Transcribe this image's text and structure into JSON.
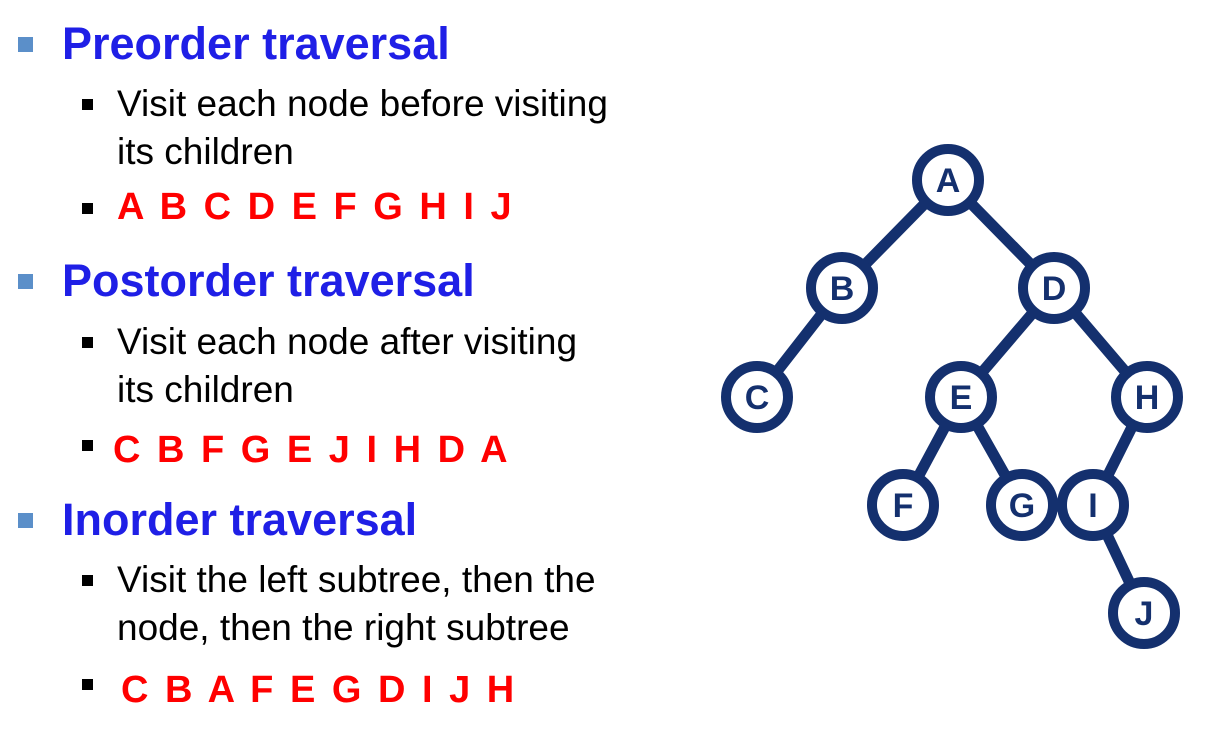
{
  "sections": [
    {
      "title": "Preorder traversal",
      "desc_line1": "Visit each node before visiting",
      "desc_line2": "its children",
      "sequence": "A B C D E F G H I J"
    },
    {
      "title": "Postorder traversal",
      "desc_line1": "Visit each node after visiting",
      "desc_line2": "its children",
      "sequence": "C B F G E J I H D A"
    },
    {
      "title": "Inorder traversal",
      "desc_line1": "Visit the left subtree, then the",
      "desc_line2": "node, then the right subtree",
      "sequence": "C B A F E G D I J H"
    }
  ],
  "colors": {
    "heading": "#1f1fe6",
    "sequence": "#ff0000",
    "tree": "#14306e",
    "heading_bullet": "#5b8fc9"
  },
  "tree": {
    "nodes": [
      "A",
      "B",
      "D",
      "C",
      "E",
      "H",
      "F",
      "G",
      "I",
      "J"
    ],
    "edges": [
      [
        "A",
        "B"
      ],
      [
        "A",
        "D"
      ],
      [
        "B",
        "C"
      ],
      [
        "D",
        "E"
      ],
      [
        "D",
        "H"
      ],
      [
        "E",
        "F"
      ],
      [
        "E",
        "G"
      ],
      [
        "H",
        "I"
      ],
      [
        "I",
        "J"
      ]
    ]
  }
}
